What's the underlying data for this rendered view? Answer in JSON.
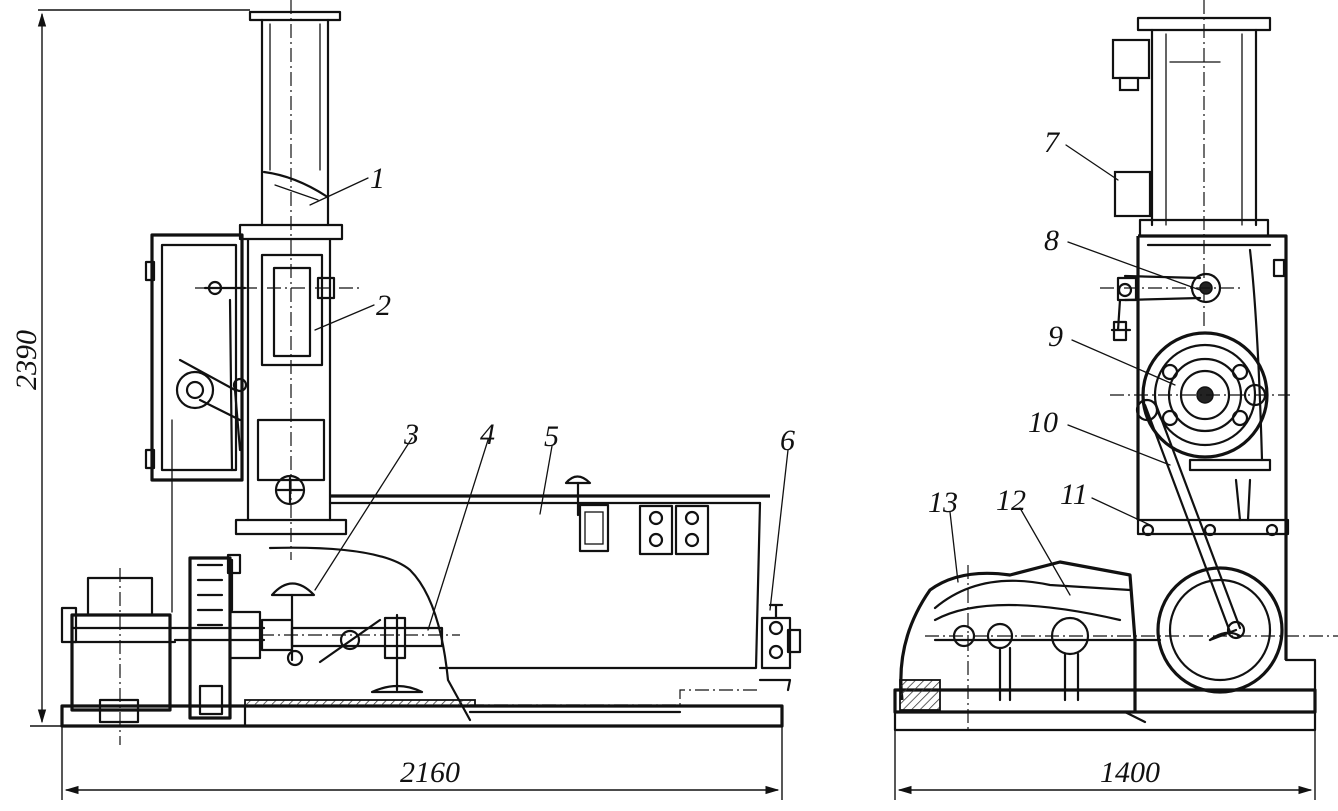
{
  "diagram": {
    "callouts": [
      "1",
      "2",
      "3",
      "4",
      "5",
      "6",
      "7",
      "8",
      "9",
      "10",
      "11",
      "12",
      "13"
    ],
    "dimensions": {
      "height": "2390",
      "front_width": "2160",
      "side_width": "1400"
    }
  }
}
